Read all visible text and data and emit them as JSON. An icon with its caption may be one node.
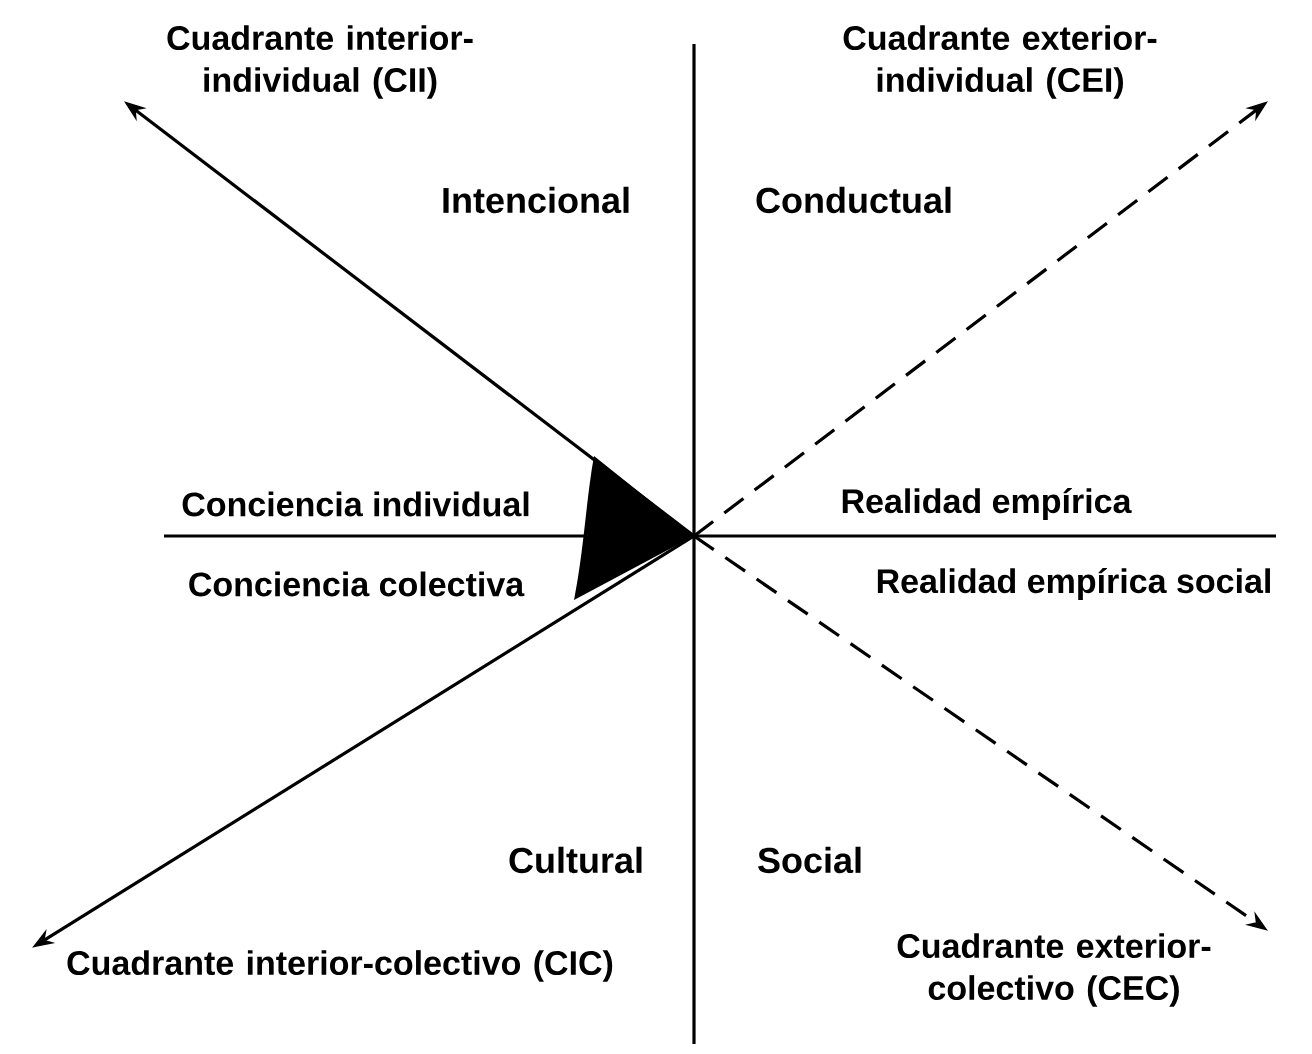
{
  "diagram": {
    "nodes": [
      {
        "text": [
          "Cuadrante interior-individual (CII)"
        ]
      },
      {
        "text": [
          "Cuadrante exterior-individual (CEI)"
        ]
      },
      {
        "text": [
          "Cuadrante interior-colectivo (CIC)"
        ]
      },
      {
        "text": [
          "Cuadrante exterior-colectivo (CEC)"
        ]
      }
    ],
    "edges": [
      {
        "from": null,
        "to": 0,
        "arrow": "to"
      },
      {
        "from": null,
        "to": 1,
        "arrow": "to",
        "style": "dashed"
      },
      {
        "from": null,
        "to": 2,
        "arrow": "to"
      },
      {
        "from": null,
        "to": 3,
        "arrow": "to",
        "style": "dashed"
      }
    ],
    "labels": [
      "Intencional",
      "Conductual",
      "Conciencia individual",
      "Realidad empírica",
      "Conciencia colectiva",
      "Realidad empírica social",
      "Cultural",
      "Social"
    ]
  }
}
